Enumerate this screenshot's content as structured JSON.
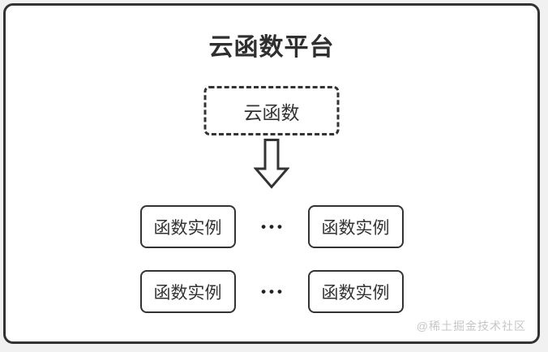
{
  "diagram": {
    "title": "云函数平台",
    "cloud_function": {
      "label": "云函数"
    },
    "arrow": {
      "icon": "down-block-arrow"
    },
    "rows": [
      {
        "left": "函数实例",
        "dots": "•••",
        "right": "函数实例"
      },
      {
        "left": "函数实例",
        "dots": "•••",
        "right": "函数实例"
      }
    ],
    "watermark": "@稀土掘金技术社区",
    "colors": {
      "line": "#333333",
      "text": "#2f2f2f",
      "watermark": "#c6c6c6",
      "canvas": "#ffffff",
      "page_background": "#f1f1f1"
    }
  }
}
